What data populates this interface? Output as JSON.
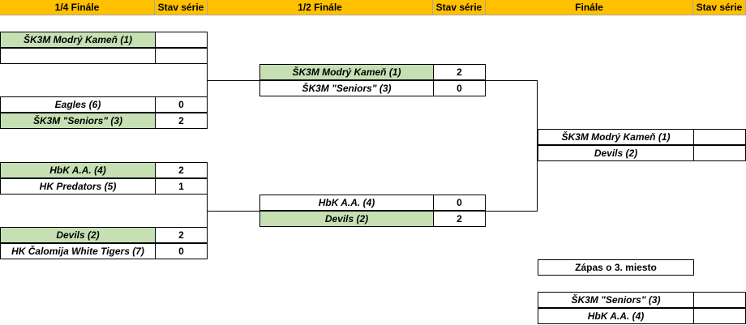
{
  "headers": {
    "qf": "1/4 Finále",
    "qf_score": "Stav série",
    "sf": "1/2 Finále",
    "sf_score": "Stav série",
    "f": "Finále",
    "f_score": "Stav série"
  },
  "quarterfinals": [
    {
      "team1": "ŠK3M Modrý Kameň (1)",
      "score1": "",
      "team2": "",
      "score2": ""
    },
    {
      "team1": "Eagles (6)",
      "score1": "0",
      "team2": "ŠK3M \"Seniors\" (3)",
      "score2": "2"
    },
    {
      "team1": "HbK A.A. (4)",
      "score1": "2",
      "team2": "HK Predators (5)",
      "score2": "1"
    },
    {
      "team1": "Devils (2)",
      "score1": "2",
      "team2": "HK Čalomija White Tigers (7)",
      "score2": "0"
    }
  ],
  "semifinals": [
    {
      "team1": "ŠK3M Modrý Kameň (1)",
      "score1": "2",
      "team2": "ŠK3M \"Seniors\" (3)",
      "score2": "0"
    },
    {
      "team1": "HbK A.A. (4)",
      "score1": "0",
      "team2": "Devils (2)",
      "score2": "2"
    }
  ],
  "final": {
    "team1": "ŠK3M Modrý Kameň (1)",
    "score1": "",
    "team2": "Devils (2)",
    "score2": ""
  },
  "third_place": {
    "title": "Zápas o 3. miesto",
    "team1": "ŠK3M \"Seniors\" (3)",
    "score1": "",
    "team2": "HbK A.A. (4)",
    "score2": ""
  },
  "colors": {
    "header": "#FFC000",
    "winner": "#C6E0B4"
  }
}
